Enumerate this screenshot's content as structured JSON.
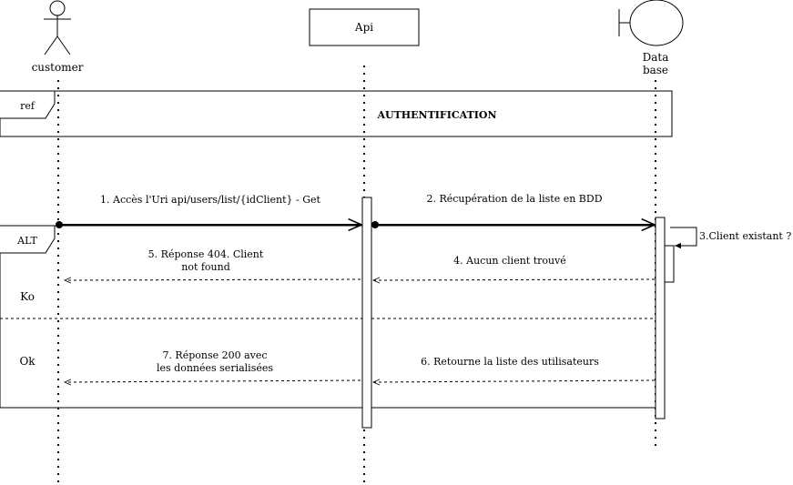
{
  "participants": {
    "customer": "customer",
    "api": "Api",
    "database_line1": "Data",
    "database_line2": "base"
  },
  "ref_frame": {
    "tag": "ref",
    "title": "AUTHENTIFICATION"
  },
  "alt_frame": {
    "tag": "ALT",
    "guard_ko": "Ko",
    "guard_ok": "Ok"
  },
  "messages": {
    "m1": "1. Accès l'Uri api/users/list/{idClient} - Get",
    "m2": "2. Récupération de la liste en BDD",
    "m3": "3.Client existant ?",
    "m4": "4. Aucun client trouvé",
    "m5_line1": "5. Réponse 404. Client",
    "m5_line2": "not found",
    "m6": "6. Retourne la liste des utilisateurs",
    "m7_line1": "7. Réponse 200 avec",
    "m7_line2": "les données serialisées"
  }
}
